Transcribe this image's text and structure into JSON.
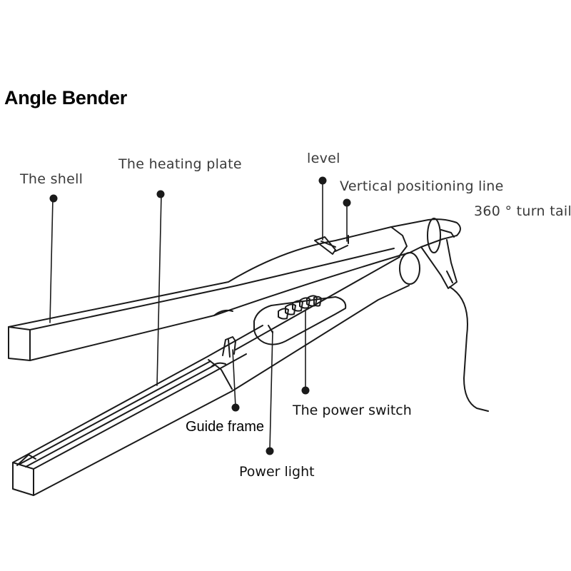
{
  "title": "Angle Bender",
  "labels": {
    "shell": "The shell",
    "heating_plate": "The heating plate",
    "level": "level",
    "vertical_positioning_line": "Vertical positioning line",
    "turn_tail": "360 ° turn tail",
    "power_switch": "The power switch",
    "guide_frame": "Guide frame",
    "power_light": "Power light"
  }
}
